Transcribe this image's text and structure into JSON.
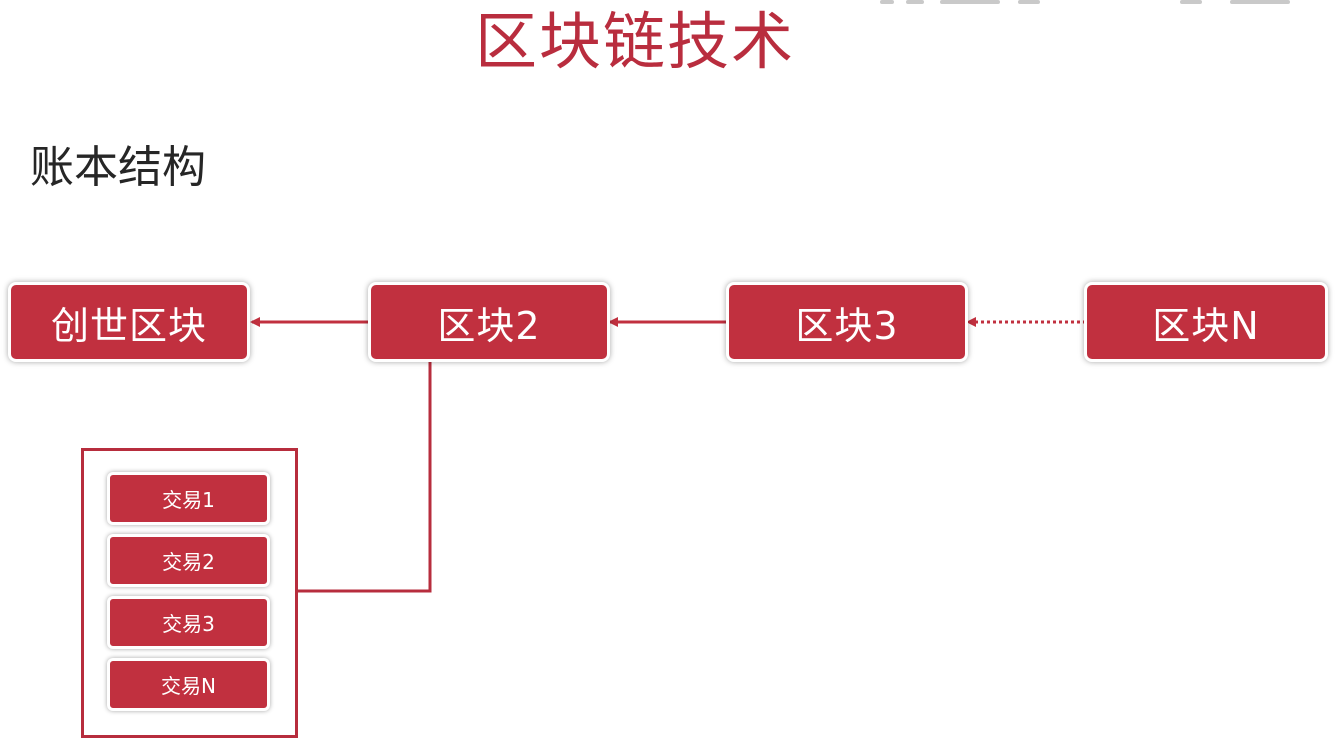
{
  "title": "区块链技术",
  "subtitle": "账本结构",
  "blocks": [
    {
      "label": "创世区块"
    },
    {
      "label": "区块2"
    },
    {
      "label": "区块3"
    },
    {
      "label": "区块N"
    }
  ],
  "transactions": [
    {
      "label": "交易1"
    },
    {
      "label": "交易2"
    },
    {
      "label": "交易3"
    },
    {
      "label": "交易N"
    }
  ],
  "colors": {
    "accent": "#c1303f",
    "text": "#262626",
    "background": "#ffffff"
  }
}
